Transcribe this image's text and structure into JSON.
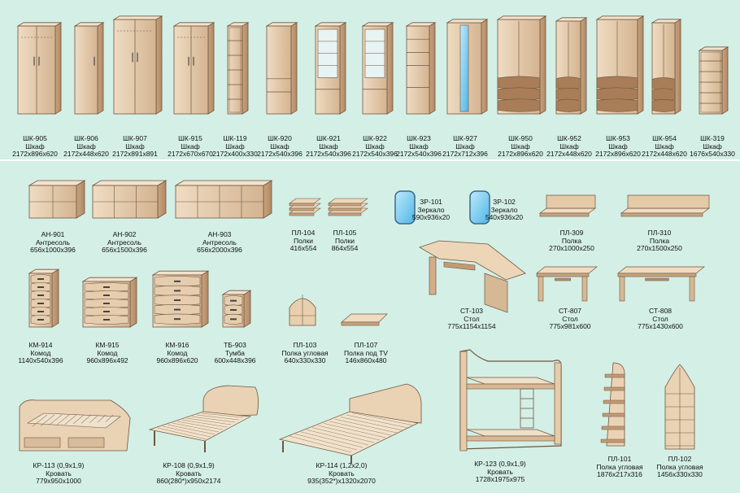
{
  "colors": {
    "background": "#d4efe6",
    "wood_light": "#ead2b5",
    "wood_mid": "#d7b895",
    "wood_dark": "#b38d67",
    "edge": "#6e5640",
    "mirror": "#7fcdf2"
  },
  "row1": [
    {
      "code": "ШК-905",
      "name": "Шкаф",
      "dims": "2172x896x620"
    },
    {
      "code": "ШК-906",
      "name": "Шкаф",
      "dims": "2172x448x620"
    },
    {
      "code": "ШК-907",
      "name": "Шкаф",
      "dims": "2172x891x891"
    },
    {
      "code": "ШК-915",
      "name": "Шкаф",
      "dims": "2172x670x670"
    },
    {
      "code": "ШК-119",
      "name": "Шкаф",
      "dims": "2172x400x330"
    },
    {
      "code": "ШК-920",
      "name": "Шкаф",
      "dims": "2172x540x396"
    },
    {
      "code": "ШК-921",
      "name": "Шкаф",
      "dims": "2172x540x396"
    },
    {
      "code": "ШК-922",
      "name": "Шкаф",
      "dims": "2172x540x396"
    },
    {
      "code": "ШК-923",
      "name": "Шкаф",
      "dims": "2172x540x396"
    },
    {
      "code": "ШК-927",
      "name": "Шкаф",
      "dims": "2172x712x396"
    },
    {
      "code": "ШК-950",
      "name": "Шкаф",
      "dims": "2172x896x620"
    },
    {
      "code": "ШК-952",
      "name": "Шкаф",
      "dims": "2172x448x620"
    },
    {
      "code": "ШК-953",
      "name": "Шкаф",
      "dims": "2172x896x620"
    },
    {
      "code": "ШК-954",
      "name": "Шкаф",
      "dims": "2172x448x620"
    },
    {
      "code": "ШК-319",
      "name": "Шкаф",
      "dims": "1676x540x330"
    }
  ],
  "mezzanines": [
    {
      "code": "АН-901",
      "name": "Антресоль",
      "dims": "656x1000x396"
    },
    {
      "code": "АН-902",
      "name": "Антресоль",
      "dims": "656x1500x396"
    },
    {
      "code": "АН-903",
      "name": "Антресоль",
      "dims": "656x2000x396"
    }
  ],
  "shelves_flat": [
    {
      "code": "ПЛ-104",
      "name": "Полки",
      "dims": "416x554"
    },
    {
      "code": "ПЛ-105",
      "name": "Полки",
      "dims": "864x554"
    }
  ],
  "mirrors": [
    {
      "code": "ЗР-101",
      "name": "Зеркало",
      "dims": "590x936x20"
    },
    {
      "code": "ЗР-102",
      "name": "Зеркало",
      "dims": "540x936x20"
    }
  ],
  "wall_shelves": [
    {
      "code": "ПЛ-309",
      "name": "Полка",
      "dims": "270x1000x250"
    },
    {
      "code": "ПЛ-310",
      "name": "Полка",
      "dims": "270x1500x250"
    }
  ],
  "dressers": [
    {
      "code": "КМ-914",
      "name": "Комод",
      "dims": "1140x540x396"
    },
    {
      "code": "КМ-915",
      "name": "Комод",
      "dims": "960x896x492"
    },
    {
      "code": "КМ-916",
      "name": "Комод",
      "dims": "960x896x620"
    },
    {
      "code": "ТБ-903",
      "name": "Тумба",
      "dims": "600x448x396"
    }
  ],
  "small_shelves": [
    {
      "code": "ПЛ-103",
      "name": "Полка угловая",
      "dims": "640x330x330"
    },
    {
      "code": "ПЛ-107",
      "name": "Полка под TV",
      "dims": "146x860x480"
    }
  ],
  "desks": [
    {
      "code": "СТ-103",
      "name": "Стол",
      "dims": "775x1154x1154"
    },
    {
      "code": "СТ-807",
      "name": "Стол",
      "dims": "775x981x600"
    },
    {
      "code": "СТ-808",
      "name": "Стол",
      "dims": "775x1430x600"
    }
  ],
  "beds": [
    {
      "code": "КР-113 (0,9x1,9)",
      "name": "Кровать",
      "dims": "779x950x1000"
    },
    {
      "code": "КР-108 (0,9x1,9)",
      "name": "Кровать",
      "dims": "860(280*)x950x2174"
    },
    {
      "code": "КР-114 (1,2x2,0)",
      "name": "Кровать",
      "dims": "935(352*)x1320x2070"
    },
    {
      "code": "КР-123 (0,9x1,9)",
      "name": "Кровать",
      "dims": "1728x1975x975"
    }
  ],
  "corner_shelves": [
    {
      "code": "ПЛ-101",
      "name": "Полка угловая",
      "dims": "1876x217x316"
    },
    {
      "code": "ПЛ-102",
      "name": "Полка угловая",
      "dims": "1456x330x330"
    }
  ]
}
